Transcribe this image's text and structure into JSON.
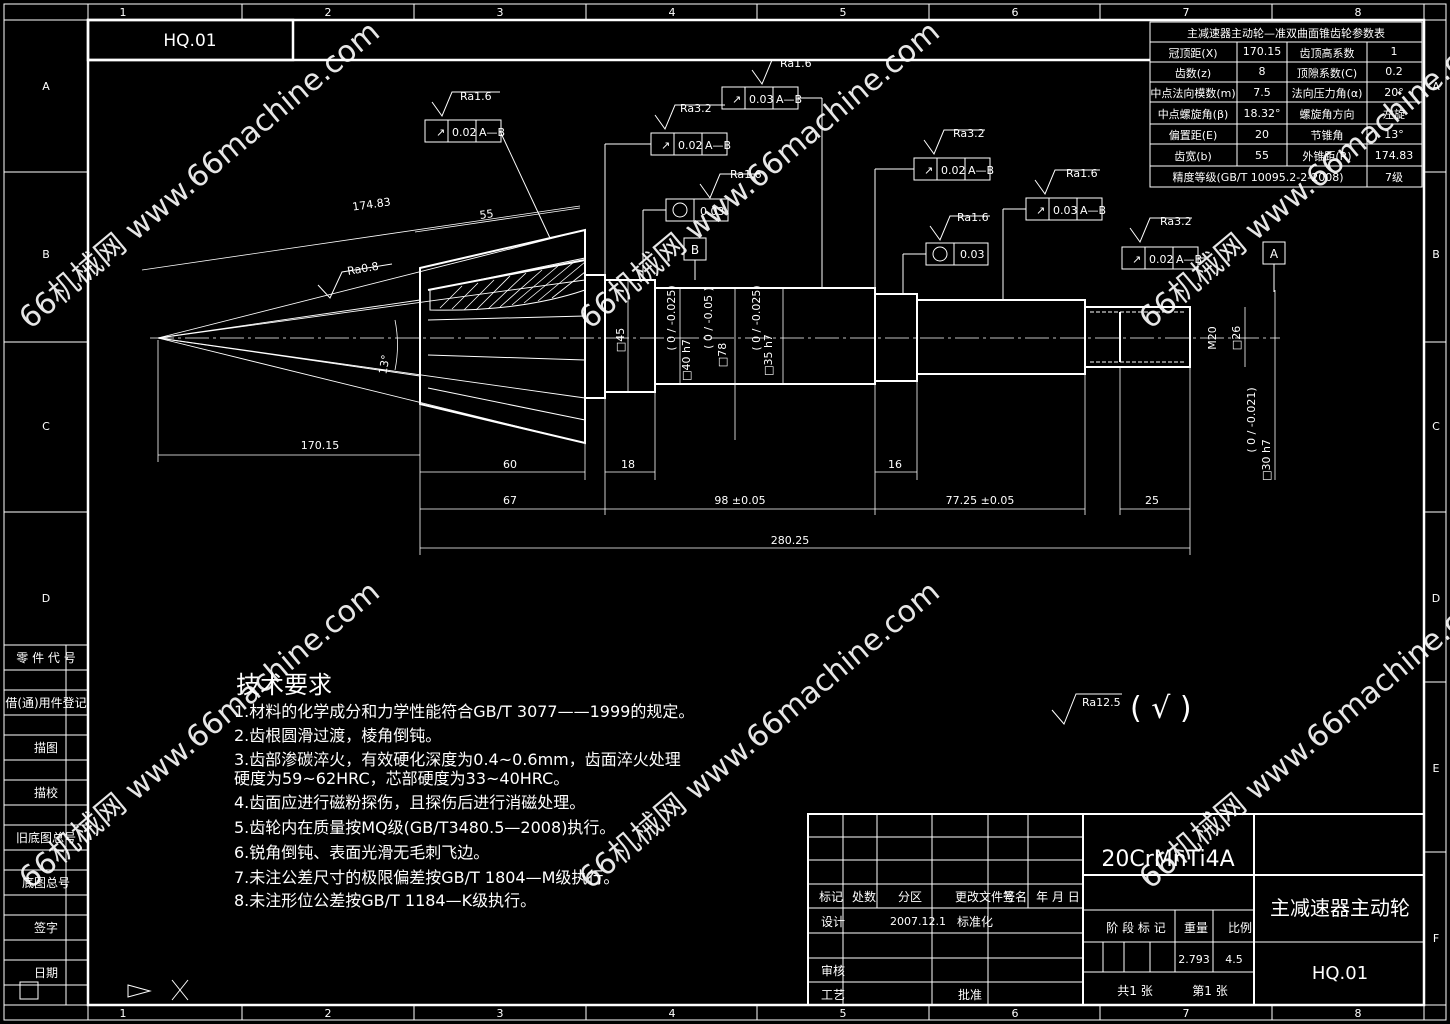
{
  "drawing": {
    "code_top": "HQ.01",
    "material": "20CrMnTi4A",
    "part_name": "主减速器主动轮",
    "code_bottom": "HQ.01",
    "roughness_general": "Ra12.5",
    "roughness_other": "( √ )",
    "date": "2007.12.1",
    "standardization": "标准化",
    "approval": "批准",
    "weight": "2.793",
    "scale": "4.5",
    "sheets_total": "共1 张",
    "sheet_no": "第1 张"
  },
  "zones": {
    "columns": [
      "1",
      "2",
      "3",
      "4",
      "5",
      "6",
      "7",
      "8"
    ],
    "rows": [
      "A",
      "B",
      "C",
      "D",
      "E",
      "F"
    ]
  },
  "param_table": {
    "title": "主减速器主动轮—准双曲面锥齿轮参数表",
    "rows": [
      [
        "冠顶距(X)",
        "170.15",
        "齿顶高系数",
        "1"
      ],
      [
        "齿数(z)",
        "8",
        "顶隙系数(C)",
        "0.2"
      ],
      [
        "中点法向模数(m)",
        "7.5",
        "法向压力角(α)",
        "20°"
      ],
      [
        "中点螺旋角(β)",
        "18.32°",
        "螺旋角方向",
        "左旋"
      ],
      [
        "偏置距(E)",
        "20",
        "节锥角",
        "13°"
      ],
      [
        "齿宽(b)",
        "55",
        "外锥距(R)",
        "174.83"
      ]
    ],
    "accuracy_label": "精度等级(GB/T 10095.2-2-2008)",
    "accuracy_value": "7级"
  },
  "tech_req": {
    "title": "技术要求",
    "lines": [
      "1.材料的化学成分和力学性能符合GB/T 3077——1999的规定。",
      "2.齿根圆滑过渡，棱角倒钝。",
      "3.齿部渗碳淬火，有效硬化深度为0.4~0.6mm，齿面淬火处理",
      "硬度为59~62HRC，芯部硬度为33~40HRC。",
      "4.齿面应进行磁粉探伤，且探伤后进行消磁处理。",
      "5.齿轮内在质量按MQ级(GB/T3480.5—2008)执行。",
      "6.锐角倒钝、表面光滑无毛刺飞边。",
      "7.未注公差尺寸的极限偏差按GB/T 1804—M级执行。",
      "8.未注形位公差按GB/T 1184—K级执行。"
    ]
  },
  "left_strip": [
    "零 件 代 号",
    "借(通)用件登记",
    "描图",
    "描校",
    "旧底图总号",
    "底图总号",
    "签字",
    "日期"
  ],
  "title_labels": {
    "mark": "标记",
    "count": "处数",
    "zone": "分区",
    "change_doc": "更改文件号",
    "sign": "签名",
    "ymd": "年 月 日",
    "design": "设计",
    "review": "审核",
    "process": "工艺",
    "stage_mark": "阶 段 标 记",
    "weight_label": "重量",
    "scale_label": "比例"
  },
  "dims": {
    "d174": "174.83",
    "d55": "55",
    "d170": "170.15",
    "d60": "60",
    "d18": "18",
    "d16": "16",
    "d67": "67",
    "d98": "98 ±0.05",
    "d77": "77.25 ±0.05",
    "d25": "25",
    "d280": "280.25",
    "ang13": "13°",
    "dia45": "□45",
    "dia40": "□40 h7",
    "dia78": "□78",
    "dia35": "□35 h7",
    "dia30": "□30 h7",
    "m20": "M20",
    "dia26": "□26",
    "tol40": "( 0 / -0.025)",
    "tol78": "( 0 / -0.05 )",
    "tol35": "( 0 / -0.025)",
    "tol30": "( 0 / -0.021)"
  },
  "fcf": {
    "f1": {
      "sym": "↗",
      "val": "0.02",
      "ref": "A—B",
      "ra": "Ra1.6"
    },
    "f2": {
      "sym": "↗",
      "val": "0.02",
      "ref": "A—B",
      "ra": "Ra3.2"
    },
    "f3": {
      "sym": "↗",
      "val": "0.03",
      "ref": "A—B",
      "ra": "Ra1.6"
    },
    "f4": {
      "sym": "○",
      "val": "0.03",
      "ra": "Ra1.6"
    },
    "f5": {
      "sym": "↗",
      "val": "0.02",
      "ref": "A—B",
      "ra": "Ra3.2"
    },
    "f6": {
      "sym": "↗",
      "val": "0.03",
      "ref": "A—B",
      "ra": "Ra1.6"
    },
    "f7": {
      "sym": "○",
      "val": "0.03",
      "ra": "Ra1.6"
    },
    "f8": {
      "sym": "↗",
      "val": "0.02",
      "ref": "A—B",
      "ra": "Ra3.2"
    },
    "ra08": "Ra0.8",
    "datum_a": "A",
    "datum_b": "B"
  },
  "watermark": "66机械网 www.66machine.com"
}
